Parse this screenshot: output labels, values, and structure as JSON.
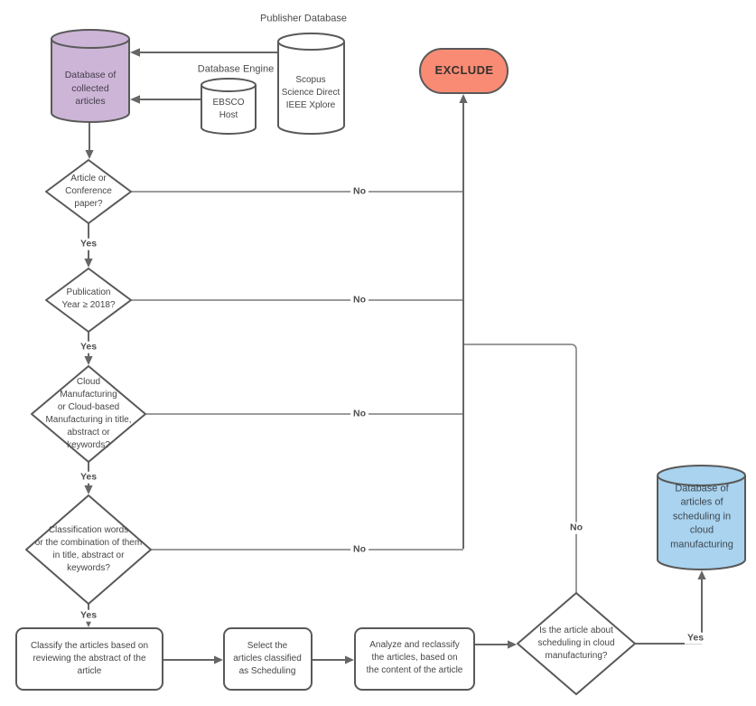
{
  "colors": {
    "collected_database_fill": "#CCB5D6",
    "scheduling_database_fill": "#A9D3EF",
    "exclude_fill": "#F98B74",
    "shape_border": "#595959",
    "connector_line": "#777777",
    "text": "#464646"
  },
  "nodes": {
    "publisher_database": {
      "title": "Publisher Database",
      "body": "Scopus\nScience Direct\nIEEE Xplore"
    },
    "database_engine": {
      "title": "Database Engine",
      "body": "EBSCO\nHost"
    },
    "collected_database": {
      "body": "Database of\ncollected\narticles"
    },
    "exclude": {
      "label": "EXCLUDE"
    },
    "decision_article_type": {
      "body": "Article or\nConference\npaper?"
    },
    "decision_publication_year": {
      "body": "Publication\nYear ≥ 2018?"
    },
    "decision_cloud_manufacturing": {
      "body": "Cloud\nManufacturing\nor Cloud-based\nManufacturing in title,\nabstract or\nkeywords?"
    },
    "decision_classification_words": {
      "body": "Classification words\nor the combination of them\nin title, abstract or\nkeywords?"
    },
    "decision_scheduling": {
      "body": "Is the article about\nscheduling in cloud\nmanufacturing?"
    },
    "process_classify": {
      "body": "Classify the articles based on\nreviewing the abstract of the\narticle"
    },
    "process_select": {
      "body": "Select the\narticles classified\nas Scheduling"
    },
    "process_analyze": {
      "body": "Analyze and reclassify\nthe articles, based on\nthe content of the article"
    },
    "scheduling_database": {
      "body": "Database of\narticles of\nscheduling in\ncloud\nmanufacturing"
    }
  },
  "edge_labels": {
    "yes": "Yes",
    "no": "No"
  }
}
